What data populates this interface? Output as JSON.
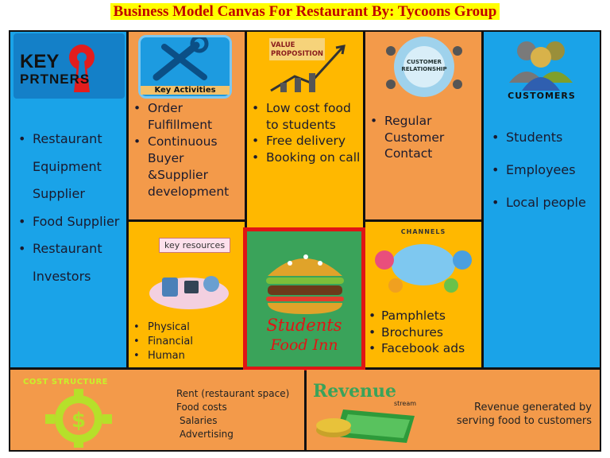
{
  "title": "Business Model Canvas For Restaurant By: Tycoons Group",
  "key_partners": {
    "logo_line1": "KEY",
    "logo_line2": "PRTNERS",
    "items": [
      "Restaurant Equipment Supplier",
      "Food Supplier",
      "Restaurant Investors"
    ]
  },
  "key_activities": {
    "icon_label": "Key Activities",
    "items": [
      "Order Fulfillment",
      "Continuous Buyer &Supplier development"
    ]
  },
  "value_proposition": {
    "icon_label": "VALUE PROPOSITION",
    "items": [
      "Low cost food to students",
      "Free delivery",
      "Booking on call"
    ]
  },
  "customer_relationship": {
    "icon_label": "CUSTOMER RELATIONSHIP",
    "items": [
      "Regular Customer Contact"
    ]
  },
  "customers": {
    "icon_label": "CUSTOMERS",
    "items": [
      "Students",
      "Employees",
      "Local people"
    ]
  },
  "key_resources": {
    "icon_label": "key resources",
    "items": [
      "Physical",
      "Financial",
      "Human"
    ]
  },
  "center_logo": {
    "line1": "Students",
    "line2": "Food Inn"
  },
  "channels": {
    "icon_label": "CHANNELS",
    "items": [
      "Pamphlets",
      "Brochures",
      "Facebook ads"
    ]
  },
  "cost_structure": {
    "icon_label": "COST STRUCTURE",
    "items": [
      "Rent (restaurant space)",
      "Food costs",
      "Salaries",
      "Advertising"
    ]
  },
  "revenue": {
    "icon_label": "Revenue",
    "icon_sublabel": "stream",
    "text_line1": "Revenue generated by",
    "text_line2": "serving food to customers"
  },
  "colors": {
    "blue": "#1aa3e8",
    "orange": "#f39a4a",
    "yellow": "#ffb800",
    "title_red": "#c00000",
    "logo_red": "#e31d1d"
  }
}
